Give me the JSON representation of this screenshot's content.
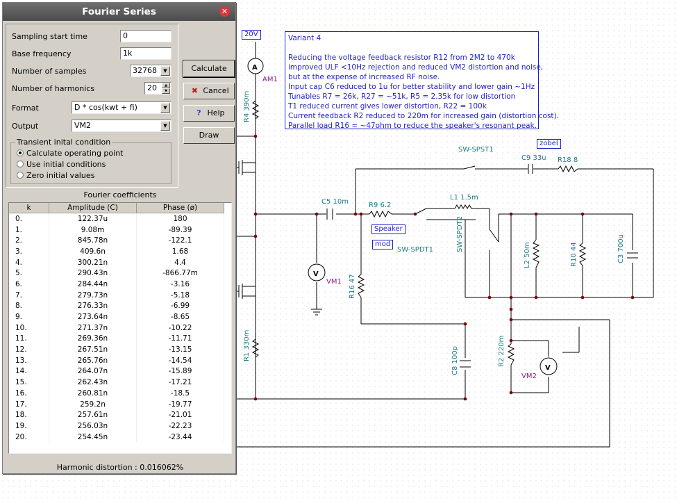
{
  "dialog": {
    "title": "Fourier Series",
    "fields": {
      "sampling_start_label": "Sampling start time",
      "sampling_start_value": "0",
      "base_freq_label": "Base frequency",
      "base_freq_value": "1k",
      "num_samples_label": "Number of samples",
      "num_samples_value": "32768",
      "num_harmonics_label": "Number of harmonics",
      "num_harmonics_value": "20",
      "format_label": "Format",
      "format_value": "D * cos(kwt + fi)",
      "output_label": "Output",
      "output_value": "VM2"
    },
    "transient": {
      "group_label": "Transient inital condition",
      "options": [
        "Calculate operating point",
        "Use initial conditions",
        "Zero initial values"
      ],
      "selected": 0
    },
    "buttons": {
      "calculate": "Calculate",
      "cancel": "Cancel",
      "help": "Help",
      "draw": "Draw"
    },
    "coefficients": {
      "title": "Fourier coefficients",
      "headers": [
        "k",
        "Amplitude (C)",
        "Phase (ø)"
      ],
      "rows": [
        [
          "0.",
          "122.37u",
          "180"
        ],
        [
          "1.",
          "9.08m",
          "-89.39"
        ],
        [
          "2.",
          "845.78n",
          "-122.1"
        ],
        [
          "3.",
          "409.6n",
          "1.68"
        ],
        [
          "4.",
          "300.21n",
          "4.4"
        ],
        [
          "5.",
          "290.43n",
          "-866.77m"
        ],
        [
          "6.",
          "284.44n",
          "-3.16"
        ],
        [
          "7.",
          "279.73n",
          "-5.18"
        ],
        [
          "8.",
          "276.33n",
          "-6.99"
        ],
        [
          "9.",
          "273.64n",
          "-8.65"
        ],
        [
          "10.",
          "271.37n",
          "-10.22"
        ],
        [
          "11.",
          "269.36n",
          "-11.71"
        ],
        [
          "12.",
          "267.51n",
          "-13.15"
        ],
        [
          "13.",
          "265.76n",
          "-14.54"
        ],
        [
          "14.",
          "264.07n",
          "-15.89"
        ],
        [
          "15.",
          "262.43n",
          "-17.21"
        ],
        [
          "16.",
          "260.81n",
          "-18.5"
        ],
        [
          "17.",
          "259.2n",
          "-19.77"
        ],
        [
          "18.",
          "257.61n",
          "-21.01"
        ],
        [
          "19.",
          "256.03n",
          "-22.23"
        ],
        [
          "20.",
          "254.45n",
          "-23.44"
        ]
      ],
      "distortion_label": "Harmonic distortion :",
      "distortion_value": "0.016062%"
    }
  },
  "schematic": {
    "supply_label": "20V",
    "note_lines": [
      "Variant 4",
      "",
      "Reducing the voltage feedback resistor R12 from 2M2 to 470k",
      "improved ULF <10Hz rejection and reduced VM2 distortion and noise,",
      "but at the expense of increased RF noise.",
      "Input cap C6 reduced to 1u for better stability and lower gain ~1Hz",
      "Tunables R7 = 26k, R27 = ~51k, R5 = 2.35k for low distortion",
      "T1 reduced current gives lower distortion, R22 = 100k",
      "Current feedback R2 reduced to 220m for increased gain (distortion cost).",
      "Parallel load R16 = ~47ohm to reduce the speaker's resonant peak."
    ],
    "tags": {
      "zobel": "zobel",
      "speaker": "Speaker",
      "mod": "mod"
    },
    "labels": {
      "am1": "AM1",
      "ammeter_symbol": "A",
      "voltmeter_symbol": "V",
      "r4": "R4 390m",
      "r1": "R1 330m",
      "c5": "C5 10m",
      "r9": "R9 6.2",
      "sw_spst1": "SW-SPST1",
      "c9": "C9 33u",
      "r18": "R18 8",
      "l1": "L1 1.5m",
      "sw_spdt2": "SW-SPDT2",
      "sw_spdt1": "SW-SPDT1",
      "l2": "L2 50m",
      "r10": "R10 44",
      "c3": "C3 700u",
      "vm1": "VM1",
      "r16": "R16 47",
      "c8": "C8 100p",
      "r2": "R2 220m",
      "vm2": "VM2"
    }
  }
}
